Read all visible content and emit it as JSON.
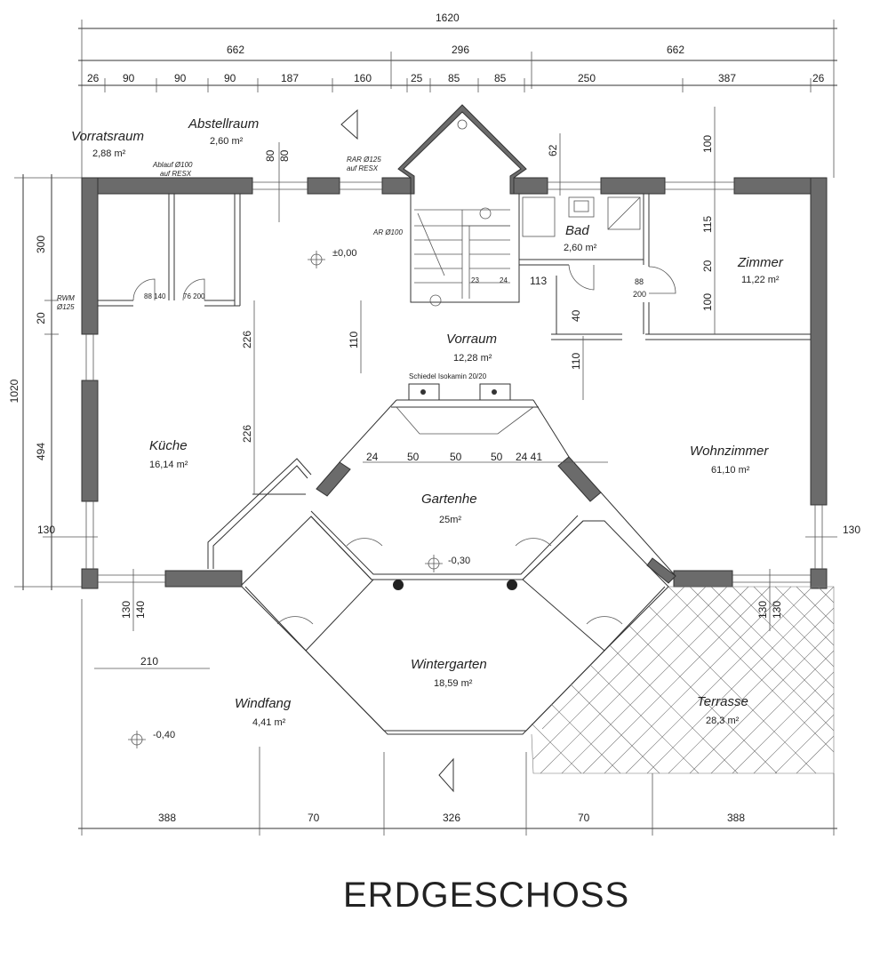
{
  "title": "ERDGESCHOSS",
  "dimensions": {
    "top_total": "1620",
    "top_major": [
      "662",
      "296",
      "662"
    ],
    "top_minor": [
      "26",
      "90",
      "90",
      "90",
      "187",
      "160",
      "25",
      "85",
      "85",
      "250",
      "387",
      "26"
    ],
    "left_total": "1020",
    "left_parts": [
      "300",
      "20",
      "494"
    ],
    "bottom": [
      "388",
      "70",
      "326",
      "70",
      "388"
    ],
    "bad_top": "62",
    "zimmer_right": [
      "100",
      "115",
      "20",
      "100"
    ],
    "wall_130_left": "130",
    "wall_130_right": "130",
    "kueche_226_a": "226",
    "kueche_226_b": "226",
    "vorraum_110_a": "110",
    "vorraum_110_b": "110",
    "bad_113": "113",
    "bad_40": "40",
    "door_88_200": "88\n200",
    "gt_24": "24",
    "gt_50_a": "50",
    "gt_50_b": "50",
    "gt_50_c": "50",
    "gt_24_41": "24 41",
    "kueche_210": "210",
    "kueche_130": "130",
    "kueche_140": "140",
    "terr_130_a": "130",
    "terr_130_b": "130",
    "abst_80_a": "80",
    "abst_80_b": "80"
  },
  "rooms": {
    "vorratsraum": {
      "name": "Vorratsraum",
      "area": "2,88 m²"
    },
    "abstellraum": {
      "name": "Abstellraum",
      "area": "2,60 m²"
    },
    "bad": {
      "name": "Bad",
      "area": "2,60 m²"
    },
    "zimmer": {
      "name": "Zimmer",
      "area": "11,22 m²"
    },
    "vorraum": {
      "name": "Vorraum",
      "area": "12,28 m²"
    },
    "kueche": {
      "name": "Küche",
      "area": "16,14 m²"
    },
    "wohnzimmer": {
      "name": "Wohnzimmer",
      "area": "61,10 m²"
    },
    "gartenhe": {
      "name": "Gartenhe",
      "area": "25m²"
    },
    "wintergarten": {
      "name": "Wintergarten",
      "area": "18,59 m²"
    },
    "windfang": {
      "name": "Windfang",
      "area": "4,41 m²"
    },
    "terrasse": {
      "name": "Terrasse",
      "area": "28,3 m²"
    }
  },
  "annotations": {
    "ablauf": "Ablauf Ø100",
    "auf_resx_1": "auf RESX",
    "rar": "RAR Ø125",
    "auf_resx_2": "auf RESX",
    "ar": "AR Ø100",
    "rwm": "RWM",
    "rwm_d": "Ø125",
    "kamin": "Schiedel Isokamin 20/20",
    "level_0": "±0,00",
    "level_030": "-0,30",
    "level_040": "-0,40",
    "stair_23": "23",
    "stair_24": "24"
  }
}
